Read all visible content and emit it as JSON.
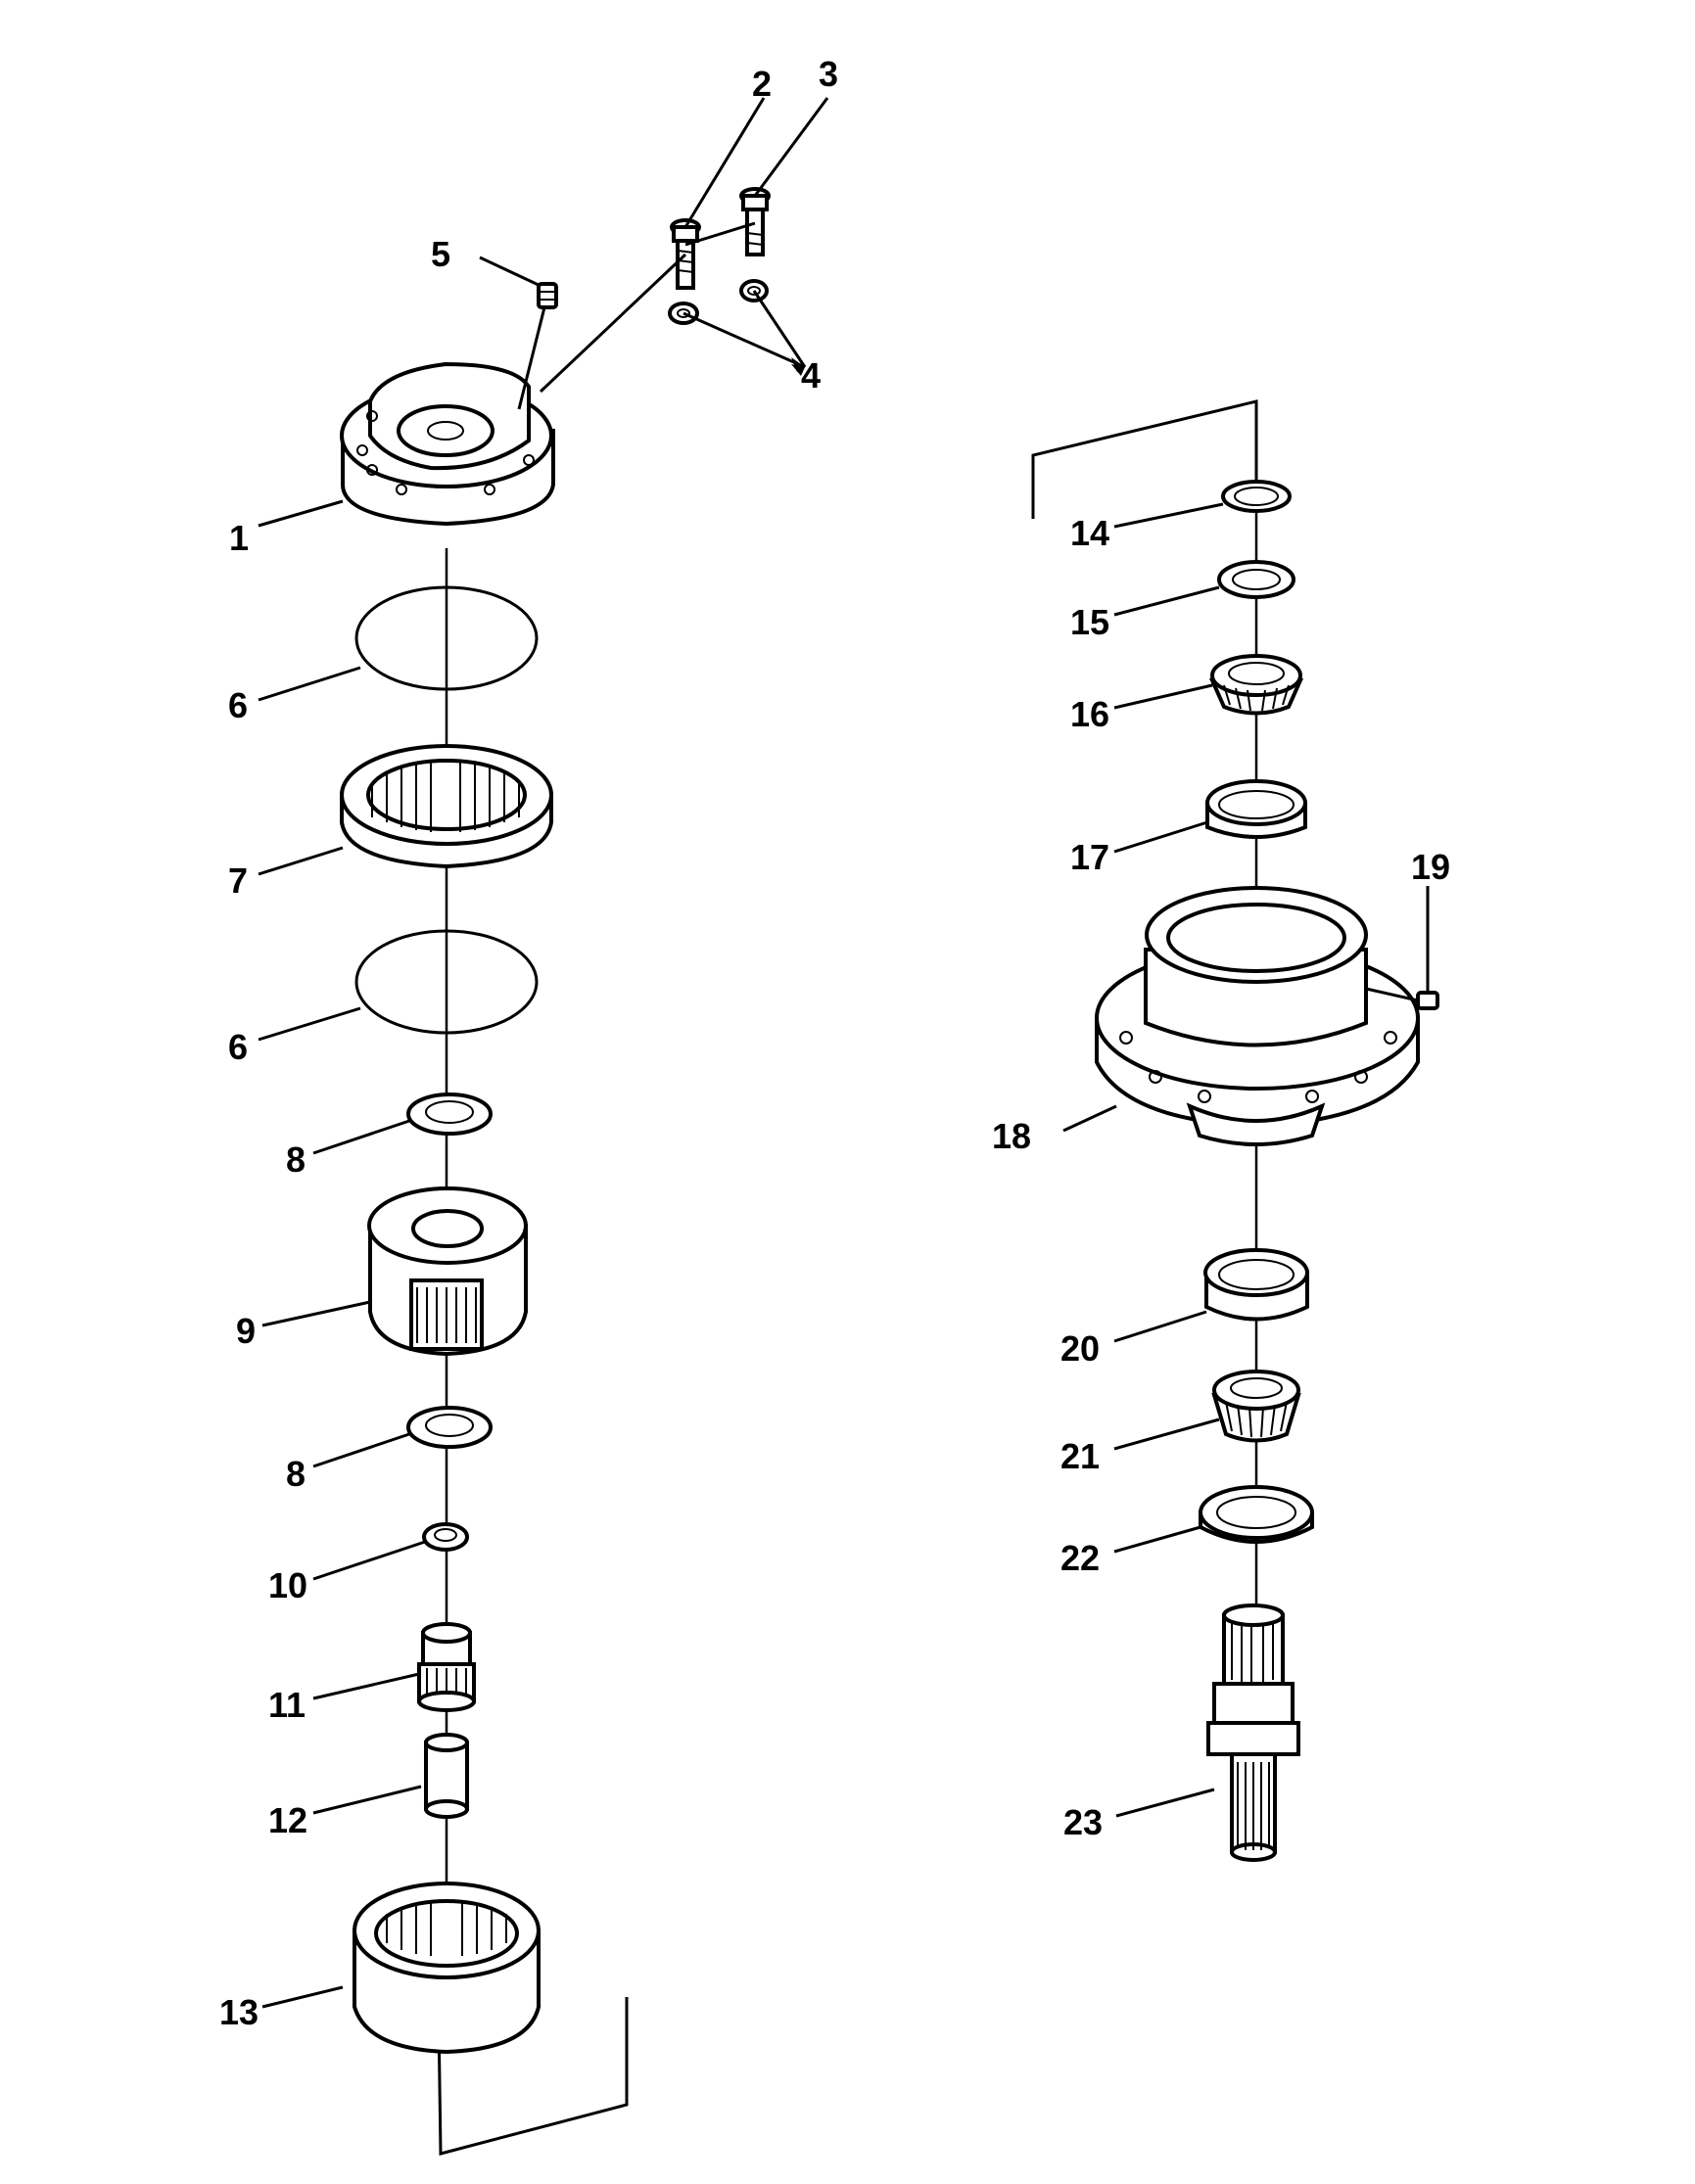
{
  "callouts": [
    {
      "id": "c1",
      "text": "1"
    },
    {
      "id": "c2",
      "text": "2"
    },
    {
      "id": "c3",
      "text": "3"
    },
    {
      "id": "c4",
      "text": "4"
    },
    {
      "id": "c5",
      "text": "5"
    },
    {
      "id": "c6a",
      "text": "6"
    },
    {
      "id": "c7",
      "text": "7"
    },
    {
      "id": "c6b",
      "text": "6"
    },
    {
      "id": "c8a",
      "text": "8"
    },
    {
      "id": "c9",
      "text": "9"
    },
    {
      "id": "c8b",
      "text": "8"
    },
    {
      "id": "c10",
      "text": "10"
    },
    {
      "id": "c11",
      "text": "11"
    },
    {
      "id": "c12",
      "text": "12"
    },
    {
      "id": "c13",
      "text": "13"
    },
    {
      "id": "c14",
      "text": "14"
    },
    {
      "id": "c15",
      "text": "15"
    },
    {
      "id": "c16",
      "text": "16"
    },
    {
      "id": "c17",
      "text": "17"
    },
    {
      "id": "c18",
      "text": "18"
    },
    {
      "id": "c19",
      "text": "19"
    },
    {
      "id": "c20",
      "text": "20"
    },
    {
      "id": "c21",
      "text": "21"
    },
    {
      "id": "c22",
      "text": "22"
    },
    {
      "id": "c23",
      "text": "23"
    }
  ]
}
